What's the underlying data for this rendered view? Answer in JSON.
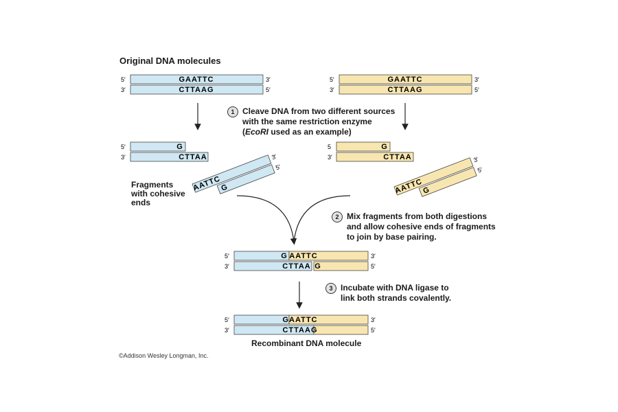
{
  "title": "Original DNA molecules",
  "labels": {
    "five": "5′",
    "three": "3′",
    "five_plain": "5"
  },
  "sequences": {
    "top_full": "GAATTC",
    "bottom_full": "CTTAAG",
    "g": "G",
    "cttaa": "CTTAA",
    "aattc": "AATTC"
  },
  "steps": [
    {
      "number": "1",
      "lines": [
        "Cleave DNA from two different sources",
        "with the same restriction enzyme",
        "(EcoRI used as an example)"
      ]
    },
    {
      "number": "2",
      "lines": [
        "Mix fragments from both digestions",
        "and allow cohesive ends of fragments",
        "to join by base pairing."
      ]
    },
    {
      "number": "3",
      "lines": [
        "Incubate with DNA ligase to",
        "link both strands covalently."
      ]
    }
  ],
  "fragments_label": [
    "Fragments",
    "with cohesive",
    "ends"
  ],
  "result_label": "Recombinant DNA molecule",
  "credit": "©Addison Wesley Longman, Inc.",
  "colors": {
    "blue": "#cfe8f3",
    "yellow": "#f8e6b0",
    "stroke": "#444444"
  }
}
